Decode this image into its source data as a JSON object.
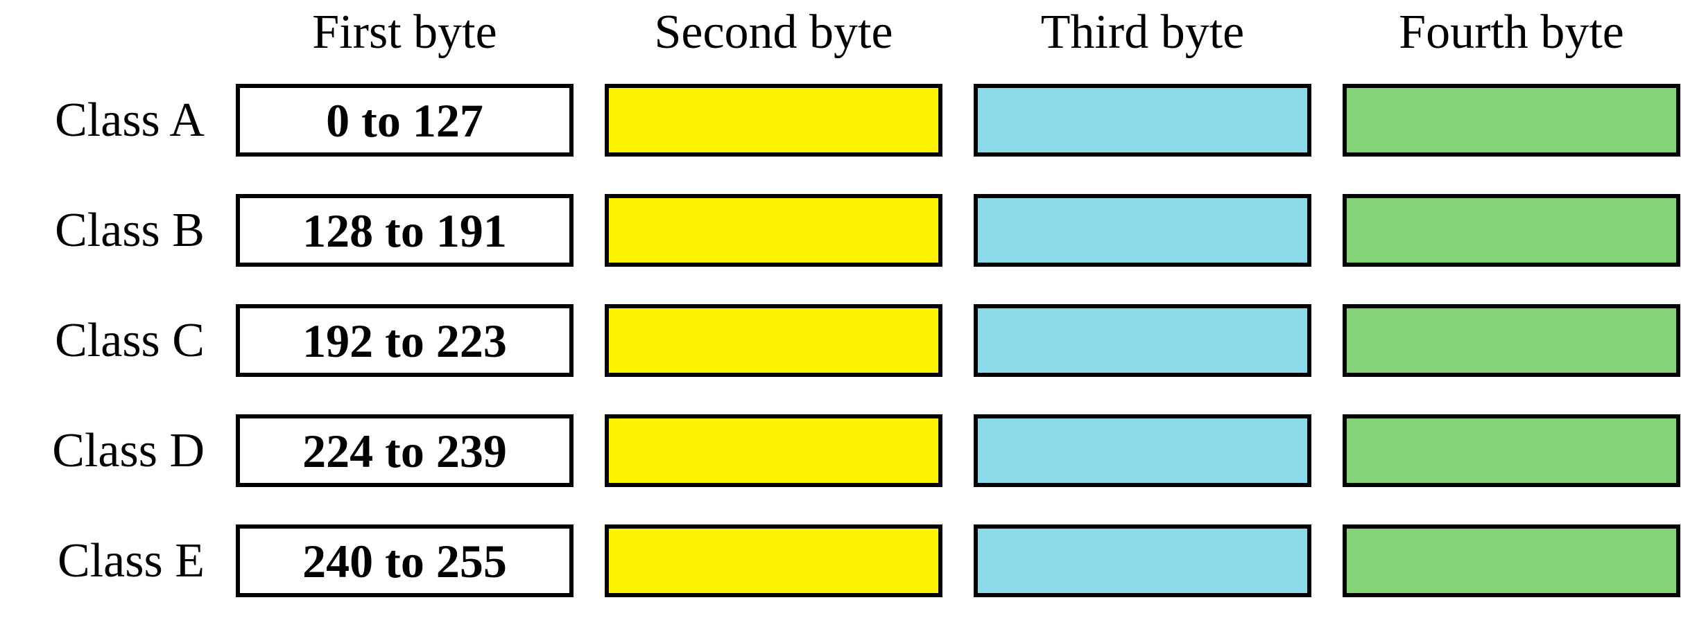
{
  "columns": {
    "first": "First byte",
    "second": "Second byte",
    "third": "Third byte",
    "fourth": "Fourth byte"
  },
  "rows": [
    {
      "label": "Class A",
      "first_byte_range": "0 to 127"
    },
    {
      "label": "Class B",
      "first_byte_range": "128 to 191"
    },
    {
      "label": "Class C",
      "first_byte_range": "192 to 223"
    },
    {
      "label": "Class D",
      "first_byte_range": "224 to 239"
    },
    {
      "label": "Class E",
      "first_byte_range": "240 to 255"
    }
  ],
  "colors": {
    "first_byte_box": "#FFFFFF",
    "second_byte_box": "#FDF402",
    "third_byte_box": "#8BD9E9",
    "fourth_byte_box": "#84D377",
    "box_border": "#000000",
    "text": "#000000",
    "background": "#FFFFFF"
  }
}
